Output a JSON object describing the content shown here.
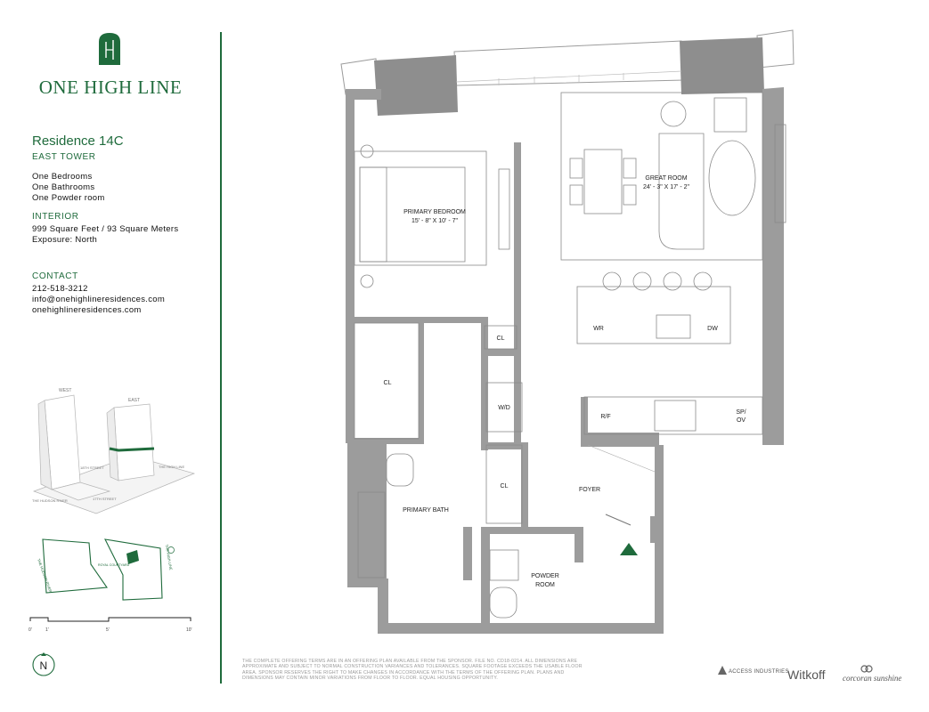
{
  "brand": {
    "logo_text": "ONE HIGH LINE",
    "logo_color": "#1f6b3c"
  },
  "residence": {
    "name": "Residence 14C",
    "tower": "EAST TOWER",
    "rooms": [
      "One Bedrooms",
      "One Bathrooms",
      "One Powder room"
    ]
  },
  "interior": {
    "heading": "INTERIOR",
    "area": "999 Square Feet / 93 Square Meters",
    "exposure": "Exposure: North"
  },
  "contact": {
    "heading": "CONTACT",
    "phone": "212-518-3212",
    "email": "info@onehighlineresidences.com",
    "website": "onehighlineresidences.com"
  },
  "aerial": {
    "west": "WEST",
    "east": "EAST",
    "street_18": "18TH STREET",
    "street_17": "17TH STREET",
    "high_line": "THE HIGH LINE",
    "hudson": "THE HUDSON RIVER"
  },
  "sitemap": {
    "hudson": "THE HUDSON RIVER",
    "high_line": "THE HIGH LINE",
    "courtyard": "ROYAL COURTYARD"
  },
  "scale": {
    "labels": [
      "0'",
      "1'",
      "5'",
      "10'"
    ]
  },
  "compass": {
    "label": "N"
  },
  "rooms": {
    "great_room": "GREAT ROOM",
    "great_room_dims": "24' - 3\" X 17' - 2\"",
    "primary_bedroom": "PRIMARY BEDROOM",
    "primary_bedroom_dims": "15' - 8\" X 10' - 7\"",
    "cl1": "CL",
    "cl2": "CL",
    "cl3": "CL",
    "wd": "W/D",
    "wr": "WR",
    "dw": "DW",
    "rf": "R/F",
    "spov1": "SP/",
    "spov2": "OV",
    "foyer": "FOYER",
    "primary_bath": "PRIMARY BATH",
    "powder1": "POWDER",
    "powder2": "ROOM"
  },
  "disclaimer": "THE COMPLETE OFFERING TERMS ARE IN AN OFFERING PLAN AVAILABLE FROM THE SPONSOR. FILE NO. CD18-0214. ALL DIMENSIONS ARE APPROXIMATE AND SUBJECT TO NORMAL CONSTRUCTION VARIANCES AND TOLERANCES. SQUARE FOOTAGE EXCEEDS THE USABLE FLOOR AREA. SPONSOR RESERVES THE RIGHT TO MAKE CHANGES IN ACCORDANCE WITH THE TERMS OF THE OFFERING PLAN. PLANS AND DIMENSIONS MAY CONTAIN MINOR VARIATIONS FROM FLOOR TO FLOOR. EQUAL HOUSING OPPORTUNITY.",
  "footer_brands": {
    "access": "ACCESS INDUSTRIES",
    "witkoff": "Witkoff",
    "corcoran": "corcoran sunshine"
  },
  "colors": {
    "wall": "#9c9c9c",
    "accent": "#1f6b3c",
    "line": "#888888"
  }
}
